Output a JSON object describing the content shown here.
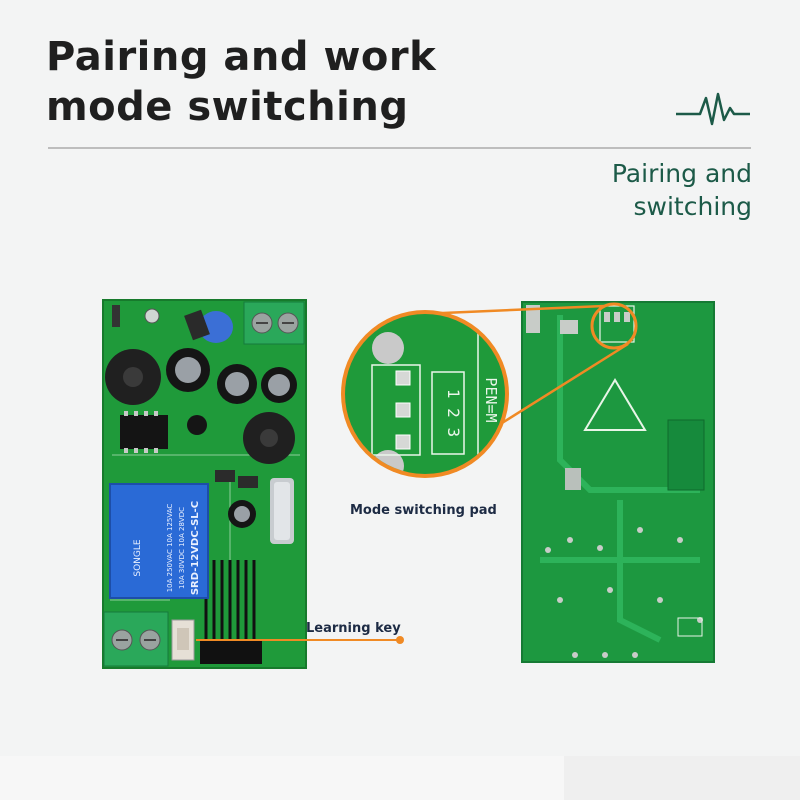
{
  "header": {
    "title_line1": "Pairing and work",
    "title_line2": "mode switching",
    "subtitle_line1": "Pairing and",
    "subtitle_line2": "switching"
  },
  "callouts": {
    "mode_pad": "Mode switching pad",
    "learning_key": "Learning key"
  },
  "relay": {
    "brand": "SONGLE",
    "model": "SRD-12VDC-SL-C",
    "rating1": "10A 250VAC  10A 125VAC",
    "rating2": "10A 30VDC  10A 28VDC"
  },
  "pad_labels": {
    "pin_text": "1 2 3",
    "mode_text": "PEN=M"
  },
  "colors": {
    "pcb_green": "#1f9a3a",
    "accent_orange": "#f08a24",
    "title": "#1f1f1f",
    "subtitle": "#1c5a48"
  }
}
